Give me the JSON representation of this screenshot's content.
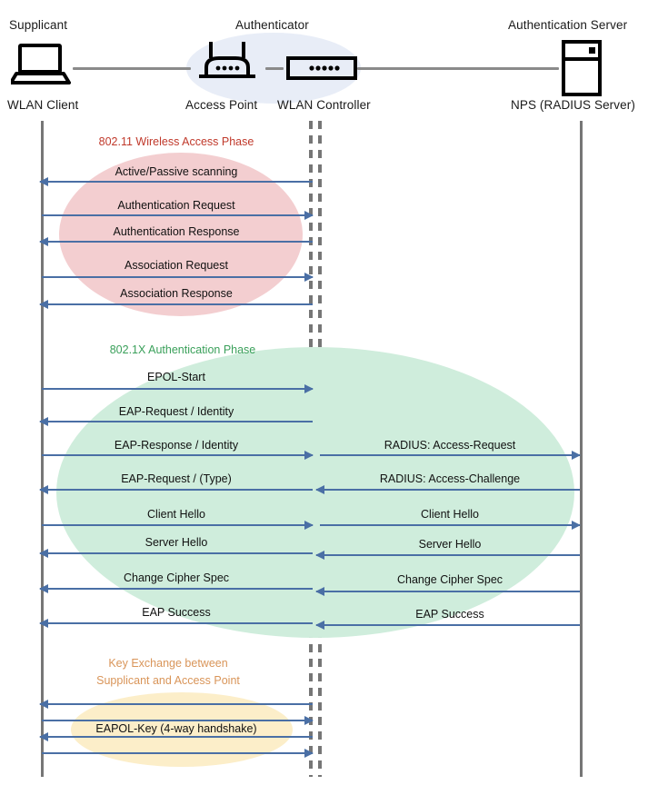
{
  "diagram": {
    "title": "802.1X WLAN authentication sequence",
    "colors": {
      "arrow": "#4a6fa5",
      "lifeline": "#767676",
      "wire": "#8a8a8a",
      "authenticator_blob": "#e8edf7",
      "phase1_label": "#c0392b",
      "phase1_blob": "#f3ced0",
      "phase2_label": "#3aa05a",
      "phase2_blob": "#cfeddc",
      "phase3_label": "#d99559",
      "phase3_blob": "#fceec9"
    }
  },
  "actors": [
    {
      "role": "Supplicant",
      "device": "WLAN Client",
      "icon": "laptop-icon"
    },
    {
      "role": "Authenticator",
      "device": "Access Point",
      "icon": "access-point-icon"
    },
    {
      "role": "",
      "device": "WLAN Controller",
      "icon": "wlan-controller-icon"
    },
    {
      "role": "Authentication Server",
      "device": "NPS (RADIUS Server)",
      "icon": "server-icon"
    }
  ],
  "phases": [
    {
      "id": "phase-80211",
      "label": "802.11 Wireless Access Phase",
      "color": "#c0392b",
      "messages": [
        {
          "text": "Active/Passive scanning",
          "direction": "left"
        },
        {
          "text": "Authentication Request",
          "direction": "right"
        },
        {
          "text": "Authentication Response",
          "direction": "left"
        },
        {
          "text": "Association Request",
          "direction": "right"
        },
        {
          "text": "Association Response",
          "direction": "left"
        }
      ]
    },
    {
      "id": "phase-8021x",
      "label": "802.1X Authentication Phase",
      "color": "#3aa05a",
      "messages_left": [
        {
          "text": "EPOL-Start",
          "direction": "right"
        },
        {
          "text": "EAP-Request / Identity",
          "direction": "left"
        },
        {
          "text": "EAP-Response / Identity",
          "direction": "right"
        },
        {
          "text": "EAP-Request / (Type)",
          "direction": "left"
        },
        {
          "text": "Client Hello",
          "direction": "right"
        },
        {
          "text": "Server Hello",
          "direction": "left"
        },
        {
          "text": "Change Cipher Spec",
          "direction": "left"
        },
        {
          "text": "EAP Success",
          "direction": "left"
        }
      ],
      "messages_right": [
        {
          "text": "RADIUS: Access-Request",
          "direction": "right"
        },
        {
          "text": "RADIUS: Access-Challenge",
          "direction": "left"
        },
        {
          "text": "Client Hello",
          "direction": "right"
        },
        {
          "text": "Server Hello",
          "direction": "left"
        },
        {
          "text": "Change Cipher Spec",
          "direction": "left"
        },
        {
          "text": "EAP Success",
          "direction": "left"
        }
      ]
    },
    {
      "id": "phase-key-exchange",
      "label_line1": "Key Exchange between",
      "label_line2": "Supplicant and Access Point",
      "color": "#d99559",
      "handshake_label": "EAPOL-Key (4-way handshake)",
      "messages": [
        {
          "text": "",
          "direction": "left"
        },
        {
          "text": "",
          "direction": "right"
        },
        {
          "text": "",
          "direction": "left"
        },
        {
          "text": "",
          "direction": "right"
        }
      ]
    }
  ]
}
